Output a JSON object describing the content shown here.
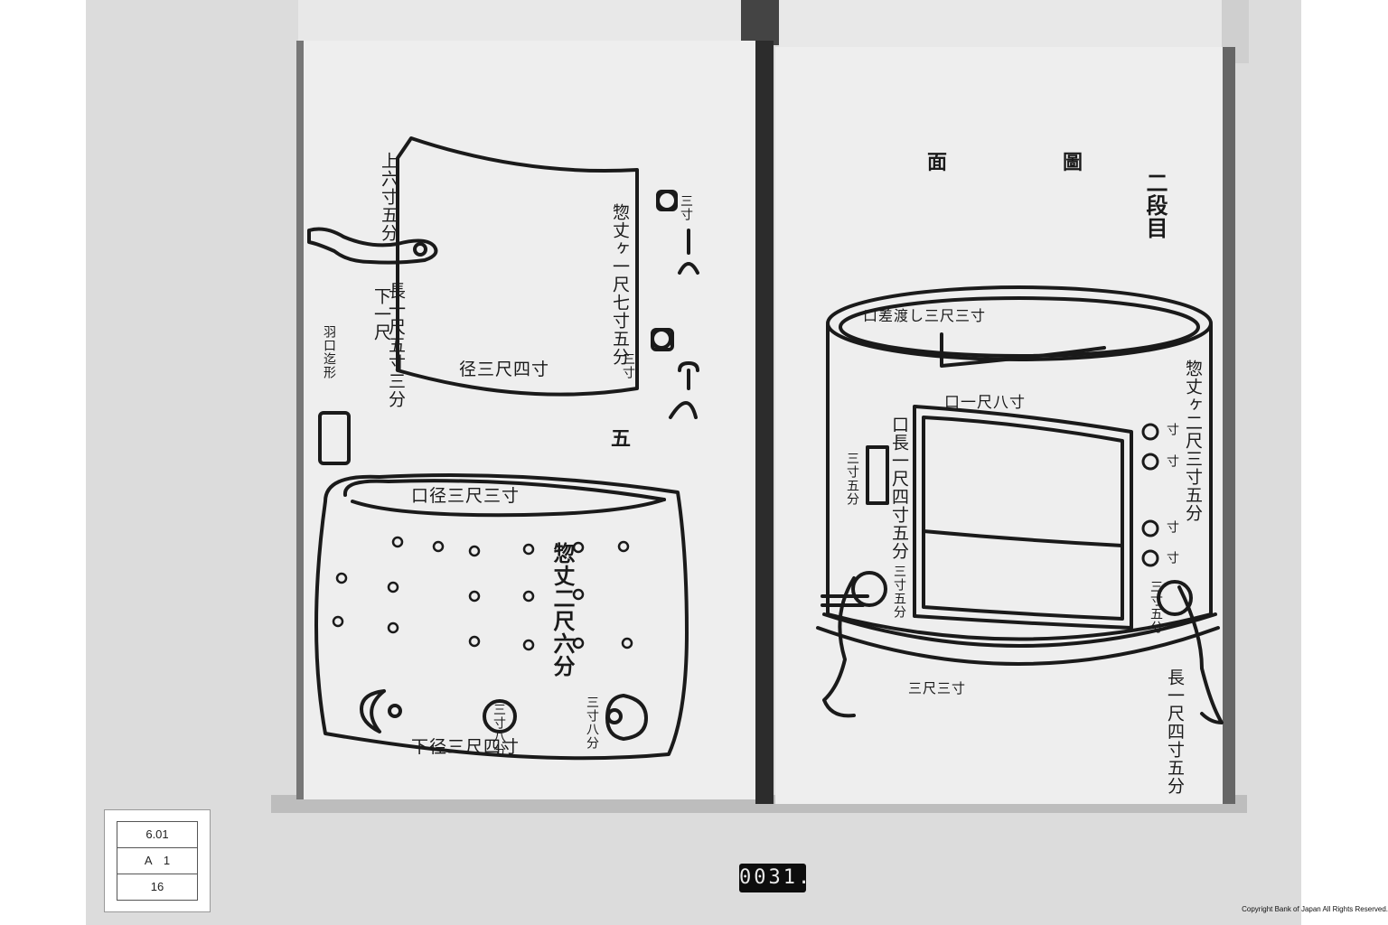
{
  "left_page": {
    "panel_upper_left": "上六寸五分",
    "handle_note": "長一尺五寸三分",
    "lower_note": "下一尺",
    "side_note": "羽口迄形",
    "total_height_note": "惣丈ヶ一尺七寸五分",
    "ring_note_top": "三寸",
    "ring_note_bottom": "三寸",
    "bottom_width": "径三尺四寸",
    "chapter_number": "五",
    "drum_top_note": "口径三尺三寸",
    "drum_height_note": "惣丈二尺六分",
    "drum_bottom_note": "下径三尺四寸",
    "handle_size_a": "三寸八分",
    "handle_size_b": "三寸八分"
  },
  "right_page": {
    "section_title_a": "圖",
    "section_title_b": "面",
    "stage_label": "二段目",
    "rim_note": "口差渡し三尺三寸",
    "opening_note": "口一尺八寸",
    "total_height_note": "惣丈ヶ二尺三寸五分",
    "opening_length_note": "口長一尺四寸五分",
    "bar_note": "三寸五分",
    "ring_notes": [
      "寸",
      "寸",
      "寸",
      "寸"
    ],
    "leg_ring_left": "三寸五分",
    "leg_ring_right": "三寸五分",
    "base_note": "三尺三寸",
    "leg_length_note": "長一尺四寸五分"
  },
  "call_card": {
    "row1": "6.01",
    "row2": "A　1",
    "row3": "16"
  },
  "frame_number": "0031.",
  "copyright": "Copyright Bank of Japan All Rights Reserved.",
  "colors": {
    "ink": "#1a1a1a",
    "paper": "#eeeeee",
    "background": "#dcdcdc"
  }
}
